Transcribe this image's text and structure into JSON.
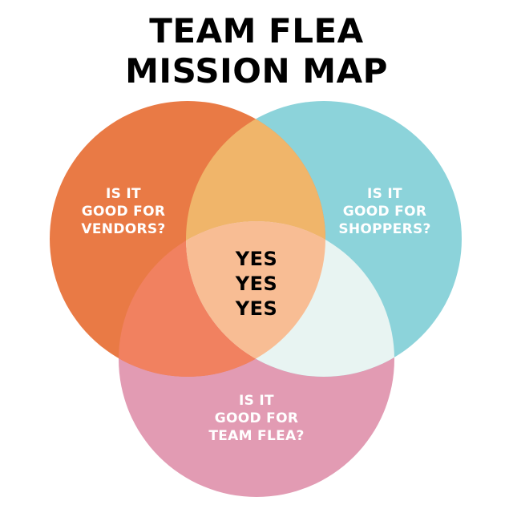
{
  "title": {
    "line1": "TEAM FLEA",
    "line2": "MISSION MAP"
  },
  "circles": {
    "vendors": {
      "lines": [
        "IS IT",
        "GOOD FOR",
        "VENDORS?"
      ],
      "color": "#E97A45"
    },
    "shoppers": {
      "lines": [
        "IS IT",
        "GOOD FOR",
        "SHOPPERS?"
      ],
      "color": "#8CD3DA"
    },
    "team": {
      "lines": [
        "IS IT",
        "GOOD FOR",
        "TEAM FLEA?"
      ],
      "color": "#E29BB3"
    }
  },
  "overlaps": {
    "vendors_shoppers": "#F0B56A",
    "vendors_team": "#F18160",
    "shoppers_team": "#E8F4F2",
    "all_three": "#F8BD94"
  },
  "center": {
    "lines": [
      "YES",
      "YES",
      "YES"
    ]
  }
}
